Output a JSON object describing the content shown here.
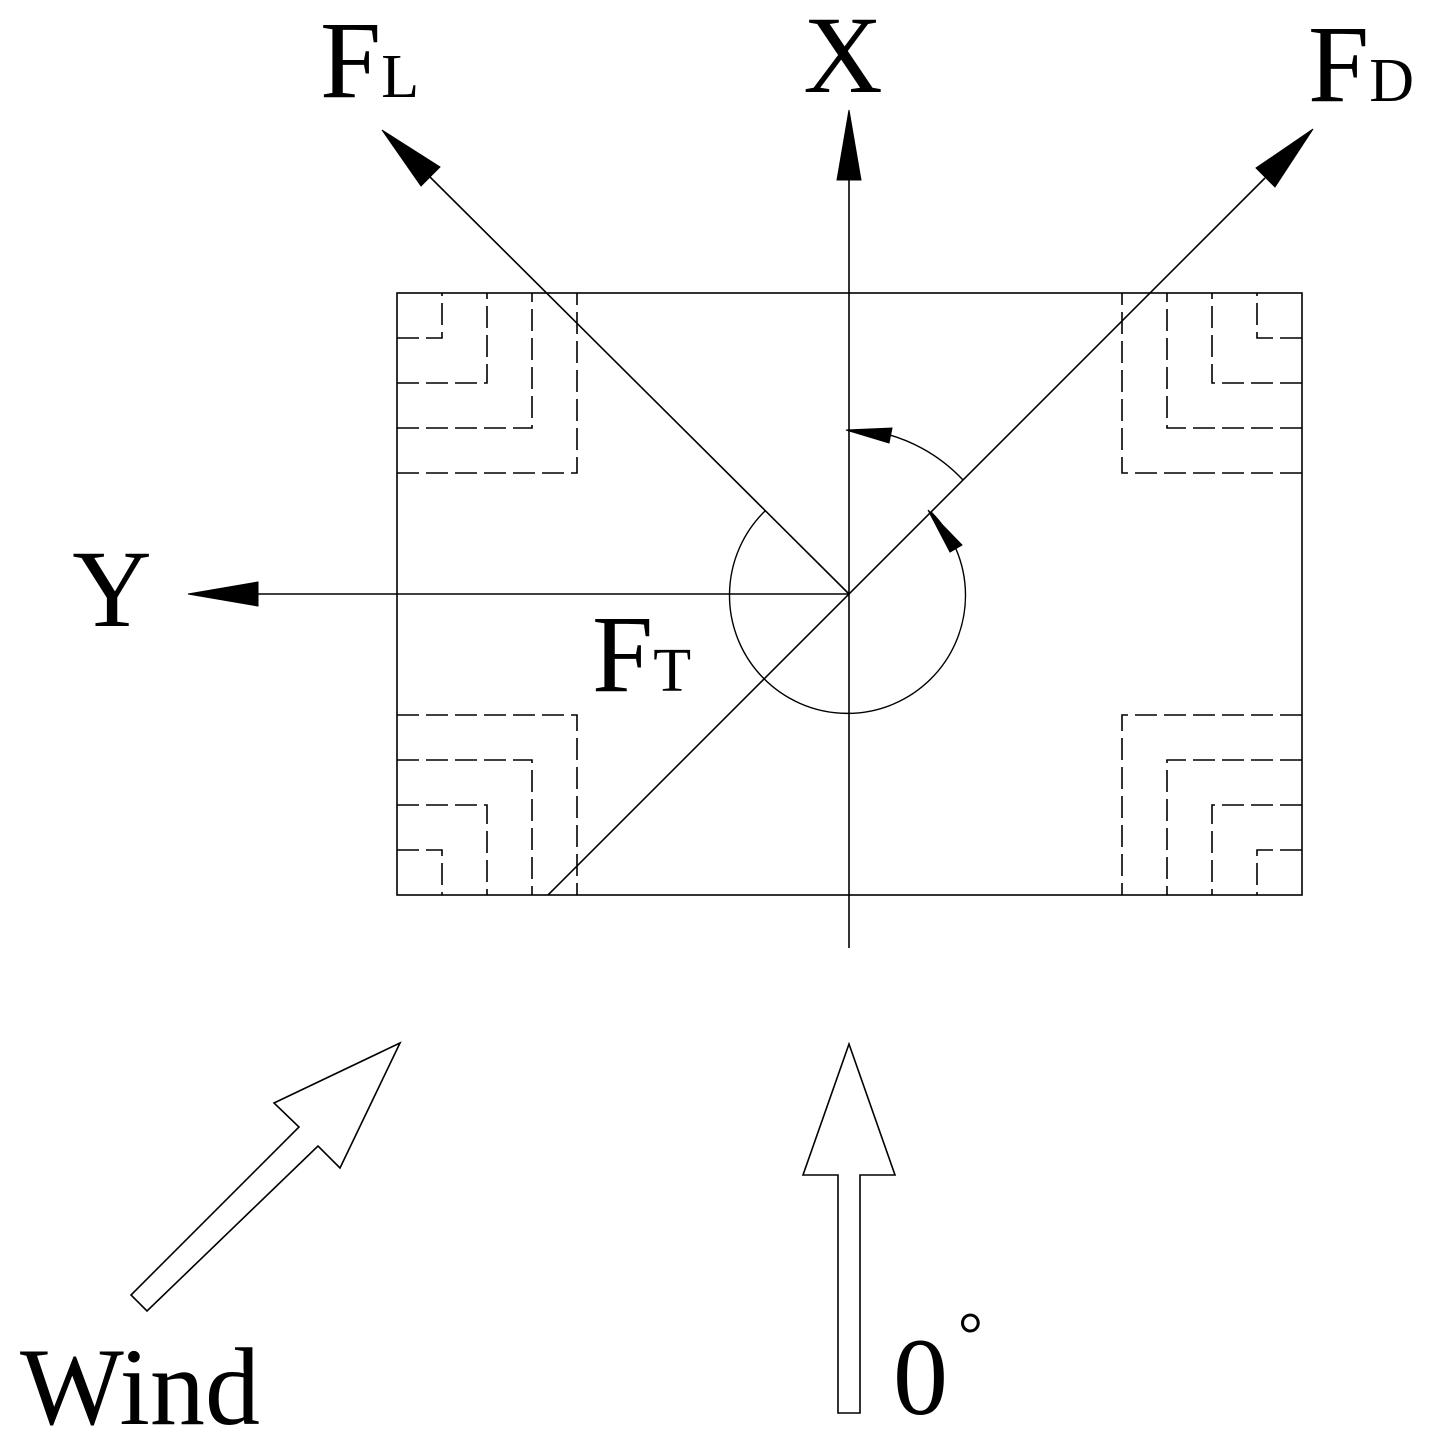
{
  "labels": {
    "lift_force": {
      "main": "F",
      "sub": "L"
    },
    "x_axis": "X",
    "drag_force": {
      "main": "F",
      "sub": "D"
    },
    "y_axis": "Y",
    "torsion_force": {
      "main": "F",
      "sub": "T"
    },
    "wind": "Wind",
    "zero_angle": "0",
    "degree_mark": "°"
  },
  "colors": {
    "line": "#000000",
    "background": "#ffffff"
  }
}
